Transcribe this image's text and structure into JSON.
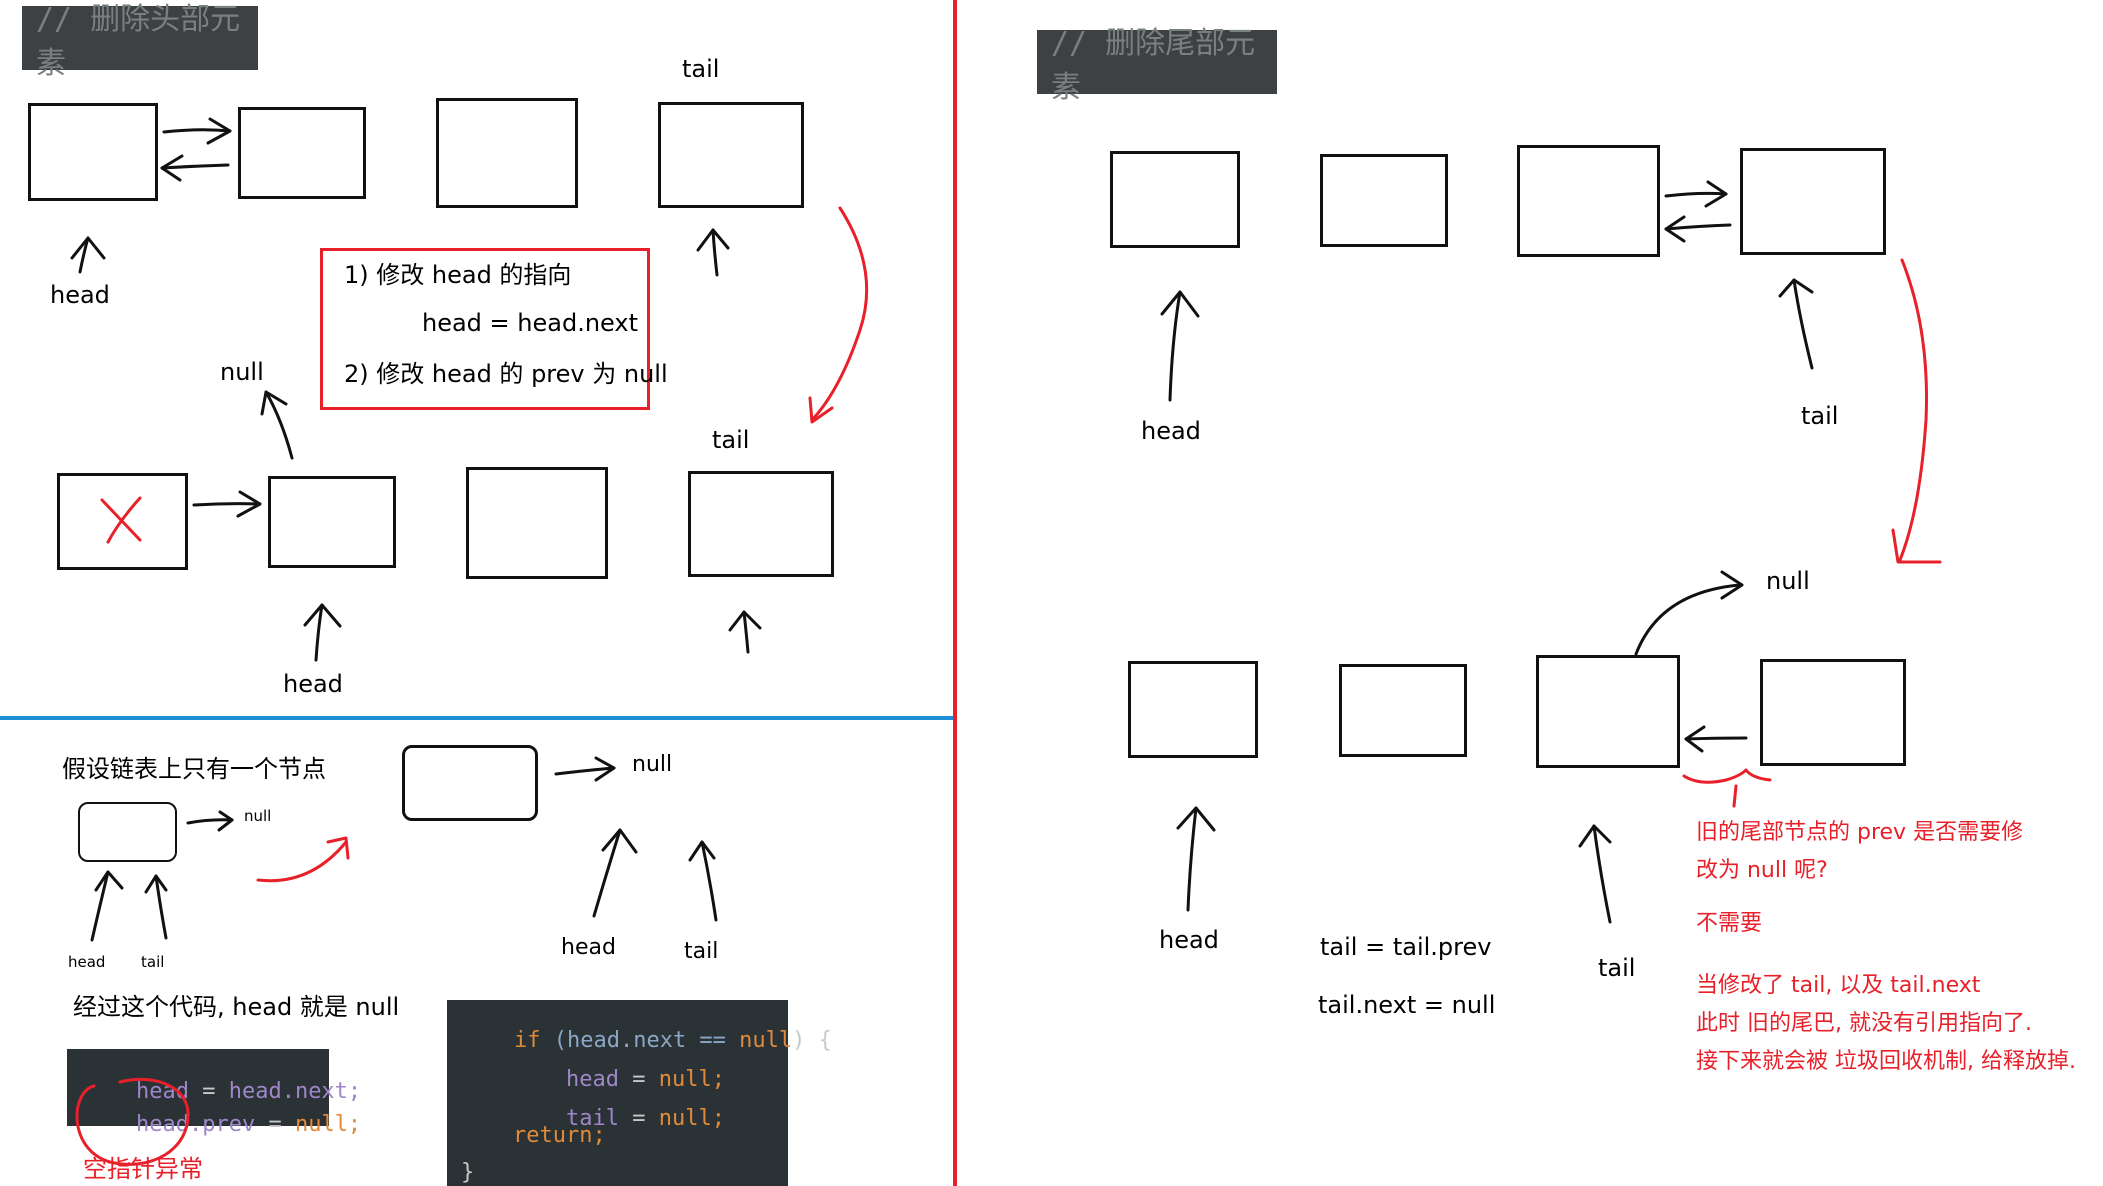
{
  "left_panel": {
    "section_label": "//  删除头部元素",
    "top_diagram": {
      "tail": "tail",
      "head": "head",
      "note": {
        "line1": "1) 修改   head 的指向",
        "line2": "head = head.next",
        "line3": "2) 修改 head 的 prev 为 null"
      }
    },
    "second_diagram": {
      "null": "null",
      "tail": "tail",
      "head": "head"
    },
    "single_node_case": {
      "assumption": "假设链表上只有一个节点",
      "small_null": "null",
      "small_head": "head",
      "small_tail": "tail",
      "big_null": "null",
      "big_head": "head",
      "big_tail": "tail",
      "after_code_note": "经过这个代码, head 就是 null",
      "code1": {
        "line1_a": "head",
        "line1_b": " = ",
        "line1_c": "head.next;",
        "line2_a": "head.prev",
        "line2_b": " = ",
        "line2_c": "null;"
      },
      "npe_note": "空指针异常",
      "code2": {
        "line1_if": "if ",
        "line1_cond": "(head.next == ",
        "line1_null": "null",
        "line1_end": ") {",
        "line2_a": "head",
        "line2_b": " = ",
        "line2_c": "null;",
        "line3_a": "tail",
        "line3_b": " = ",
        "line3_c": "null;",
        "line4": "return;",
        "line5": "}"
      }
    }
  },
  "right_panel": {
    "section_label": "//  删除尾部元素",
    "top_diagram": {
      "head": "head",
      "tail": "tail"
    },
    "bottom_diagram": {
      "null": "null",
      "head": "head",
      "tail": "tail",
      "code_line1": "tail = tail.prev",
      "code_line2": "tail.next = null"
    },
    "notes": {
      "question_line1": "旧的尾部节点的 prev 是否需要修",
      "question_line2": "改为 null 呢?",
      "answer": "不需要",
      "explain_line1": "当修改了 tail, 以及 tail.next",
      "explain_line2": "此时 旧的尾巴, 就没有引用指向了.",
      "explain_line3": "接下来就会被 垃圾回收机制, 给释放掉."
    }
  },
  "colors": {
    "divider_red": "#e8202a",
    "divider_blue": "#1e90d6",
    "annotation_red": "#e8202a",
    "label_bg": "#3d4144",
    "code_bg": "#2b3235"
  }
}
